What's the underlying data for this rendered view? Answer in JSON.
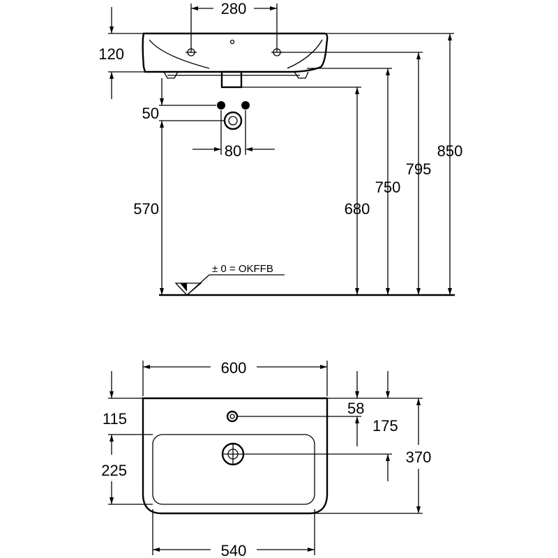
{
  "side_view": {
    "dims": {
      "tap_holes_spacing": "280",
      "rim_height": "120",
      "connection_offset": "50",
      "connection_spacing": "80",
      "connection_height": "570",
      "trap_height": "680",
      "bottom_height": "750",
      "tap_height": "795",
      "top_height": "850"
    },
    "floor_note": "± 0 = OKFFB"
  },
  "top_view": {
    "dims": {
      "overall_width": "600",
      "front_depth": "115",
      "bowl_depth": "225",
      "tap_hole_offset": "58",
      "drain_offset": "175",
      "overall_depth": "370",
      "bowl_width": "540"
    }
  }
}
